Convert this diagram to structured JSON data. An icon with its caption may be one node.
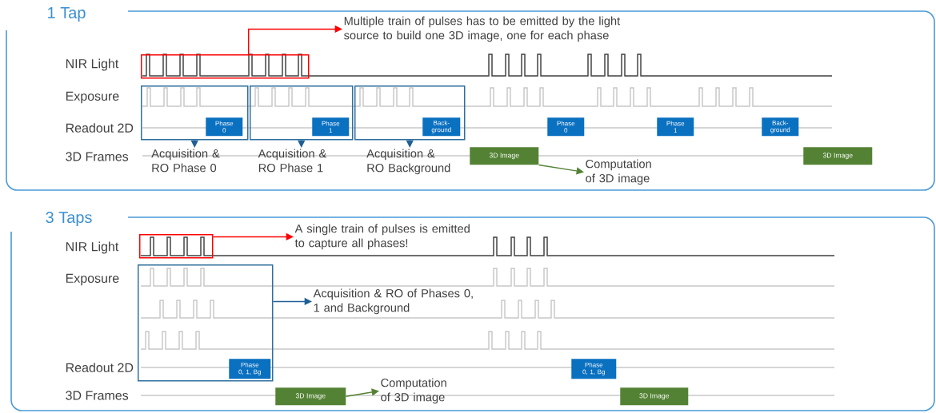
{
  "diagram": {
    "nodes": [
      {
        "text": [
          "1 Tap"
        ]
      },
      {
        "text": [],
        "shape": "box",
        "in": 0
      },
      {
        "text": [
          "Multiple train of pulses has to be emitted by the light source to build one 3D image, one for each phase"
        ],
        "in": 0
      },
      {
        "text": [],
        "shape": "box",
        "in": 0
      },
      {
        "text": [
          "Phase 0"
        ],
        "in": 3
      },
      {
        "text": [
          "Acquisition & RO Phase 0"
        ],
        "in": 0
      },
      {
        "text": [],
        "shape": "box",
        "in": 0
      },
      {
        "text": [
          "Phase 1"
        ],
        "in": 6
      },
      {
        "text": [
          "Acquisition & RO Phase 1"
        ],
        "in": 0
      },
      {
        "text": [],
        "shape": "box",
        "in": 0
      },
      {
        "text": [
          "Back- ground"
        ],
        "in": 9
      },
      {
        "text": [
          "Acquisition & RO Background"
        ],
        "in": 0
      },
      {
        "text": [
          "Phase 0"
        ],
        "in": 0
      },
      {
        "text": [
          "Phase 1"
        ],
        "in": 0
      },
      {
        "text": [
          "Back- ground"
        ],
        "in": 0
      },
      {
        "text": [
          "3D Image"
        ],
        "in": 0
      },
      {
        "text": [
          "Computation of 3D image"
        ],
        "in": 0
      },
      {
        "text": [
          "3D Image"
        ],
        "in": 0
      },
      {
        "text": [
          "3 Taps"
        ]
      },
      {
        "text": [],
        "shape": "box",
        "in": 18
      },
      {
        "text": [
          "A single train of pulses is emitted to capture all phases!"
        ],
        "in": 18
      },
      {
        "text": [],
        "shape": "box",
        "in": 18
      },
      {
        "text": [
          "Phase 0, 1, Bg"
        ],
        "in": 21
      },
      {
        "text": [
          "Acquisition & RO of Phases 0, 1 and Background"
        ],
        "in": 18
      },
      {
        "text": [
          "Phase 0, 1, Bg"
        ],
        "in": 18
      },
      {
        "text": [
          "3D Image"
        ],
        "in": 18
      },
      {
        "text": [
          "Computation of 3D image"
        ],
        "in": 18
      },
      {
        "text": [
          "3D Image"
        ],
        "in": 18
      }
    ],
    "edges": [
      {
        "from": 1,
        "to": 2,
        "arrow": "to",
        "color": "#ff0000"
      },
      {
        "from": 3,
        "to": 5,
        "arrow": "to"
      },
      {
        "from": 6,
        "to": 8,
        "arrow": "to"
      },
      {
        "from": 9,
        "to": 11,
        "arrow": "to"
      },
      {
        "from": 15,
        "to": 16,
        "arrow": "to",
        "color": "#548235"
      },
      {
        "from": 19,
        "to": 20,
        "arrow": "to",
        "color": "#ff0000"
      },
      {
        "from": 21,
        "to": 23,
        "arrow": "to"
      },
      {
        "from": 25,
        "to": 26,
        "arrow": "to",
        "color": "#548235"
      }
    ],
    "labels": [
      "NIR Light",
      "Exposure",
      "Readout 2D",
      "3D Frames",
      "NIR Light",
      "Exposure",
      "Readout 2D",
      "3D Frames"
    ]
  }
}
